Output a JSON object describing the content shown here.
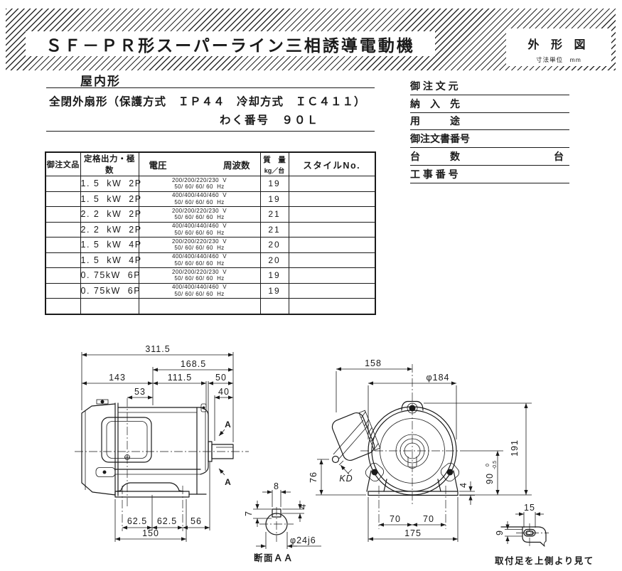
{
  "header": {
    "title": "ＳＦ－ＰＲ形スーパーライン三相誘導電動機",
    "drawing_label": "外 形 図",
    "unit_note": "寸法単位　mm"
  },
  "spec": {
    "indoor": "屋内形",
    "line1": "全閉外扇形（保護方式　ＩＰ４４　冷却方式　ＩＣ４１１）",
    "line2": "わく番号　９０Ｌ"
  },
  "order_form": {
    "rows": [
      {
        "label": "御 注 文 元",
        "suffix": ""
      },
      {
        "label": "納　入　先",
        "suffix": ""
      },
      {
        "label": "用　　　途",
        "suffix": ""
      },
      {
        "label": "御注文書番号",
        "suffix": ""
      },
      {
        "label": "台　　　数",
        "suffix": "台"
      },
      {
        "label": "工 事 番 号",
        "suffix": ""
      }
    ]
  },
  "table": {
    "col_product": "御注文品",
    "col_output": "定格出力・極数",
    "col_voltage": "電圧",
    "col_freq": "周波数",
    "col_mass_top": "質　量",
    "col_mass_bot": "kg／台",
    "col_style": "スタイルNo.",
    "rows": [
      {
        "product": "",
        "output": "1. 5  kW  2P",
        "voltage": "200/200/220/230  V",
        "freq": "50/ 60/ 60/ 60  Hz",
        "mass": "19",
        "style": ""
      },
      {
        "product": "",
        "output": "1. 5  kW  2P",
        "voltage": "400/400/440/460  V",
        "freq": "50/ 60/ 60/ 60  Hz",
        "mass": "19",
        "style": ""
      },
      {
        "product": "",
        "output": "2. 2  kW  2P",
        "voltage": "200/200/220/230  V",
        "freq": "50/ 60/ 60/ 60  Hz",
        "mass": "21",
        "style": ""
      },
      {
        "product": "",
        "output": "2. 2  kW  2P",
        "voltage": "400/400/440/460  V",
        "freq": "50/ 60/ 60/ 60  Hz",
        "mass": "21",
        "style": ""
      },
      {
        "product": "",
        "output": "1. 5  kW  4P",
        "voltage": "200/200/220/230  V",
        "freq": "50/ 60/ 60/ 60  Hz",
        "mass": "20",
        "style": ""
      },
      {
        "product": "",
        "output": "1. 5  kW  4P",
        "voltage": "400/400/440/460  V",
        "freq": "50/ 60/ 60/ 60  Hz",
        "mass": "20",
        "style": ""
      },
      {
        "product": "",
        "output": "0. 75kW  6P",
        "voltage": "200/200/220/230  V",
        "freq": "50/ 60/ 60/ 60  Hz",
        "mass": "19",
        "style": ""
      },
      {
        "product": "",
        "output": "0. 75kW  6P",
        "voltage": "400/400/440/460  V",
        "freq": "50/ 60/ 60/ 60  Hz",
        "mass": "19",
        "style": ""
      },
      {
        "product": "",
        "output": "",
        "voltage": "",
        "freq": "",
        "mass": "",
        "style": ""
      }
    ]
  },
  "drawings": {
    "side_view": {
      "len_total": "311.5",
      "len_168": "168.5",
      "len_143": "143",
      "len_111": "111.5",
      "len_50": "50",
      "len_53": "53",
      "len_40": "40",
      "sec_a_top": "A",
      "sec_a_bot": "A",
      "foot_pitch_a": "62.5",
      "foot_pitch_b": "62.5",
      "len_56": "56",
      "foot_len": "150"
    },
    "shaft_section": {
      "key_w": "8",
      "key_h": "7",
      "key_t": "4",
      "dia": "φ24j6",
      "caption": "断面ＡＡ"
    },
    "front_view": {
      "w_158": "158",
      "dia_184": "φ184",
      "h_76": "76",
      "kd": "KD",
      "h_191": "191",
      "base_t": "4",
      "h_90": "90",
      "tol_hi": "0",
      "tol_lo": "-0.5",
      "foot_70a": "70",
      "foot_70b": "70",
      "base_w": "175"
    },
    "foot_detail": {
      "slot_w": "15",
      "slot_h": "9",
      "caption": "取付足を上側より見て"
    }
  }
}
